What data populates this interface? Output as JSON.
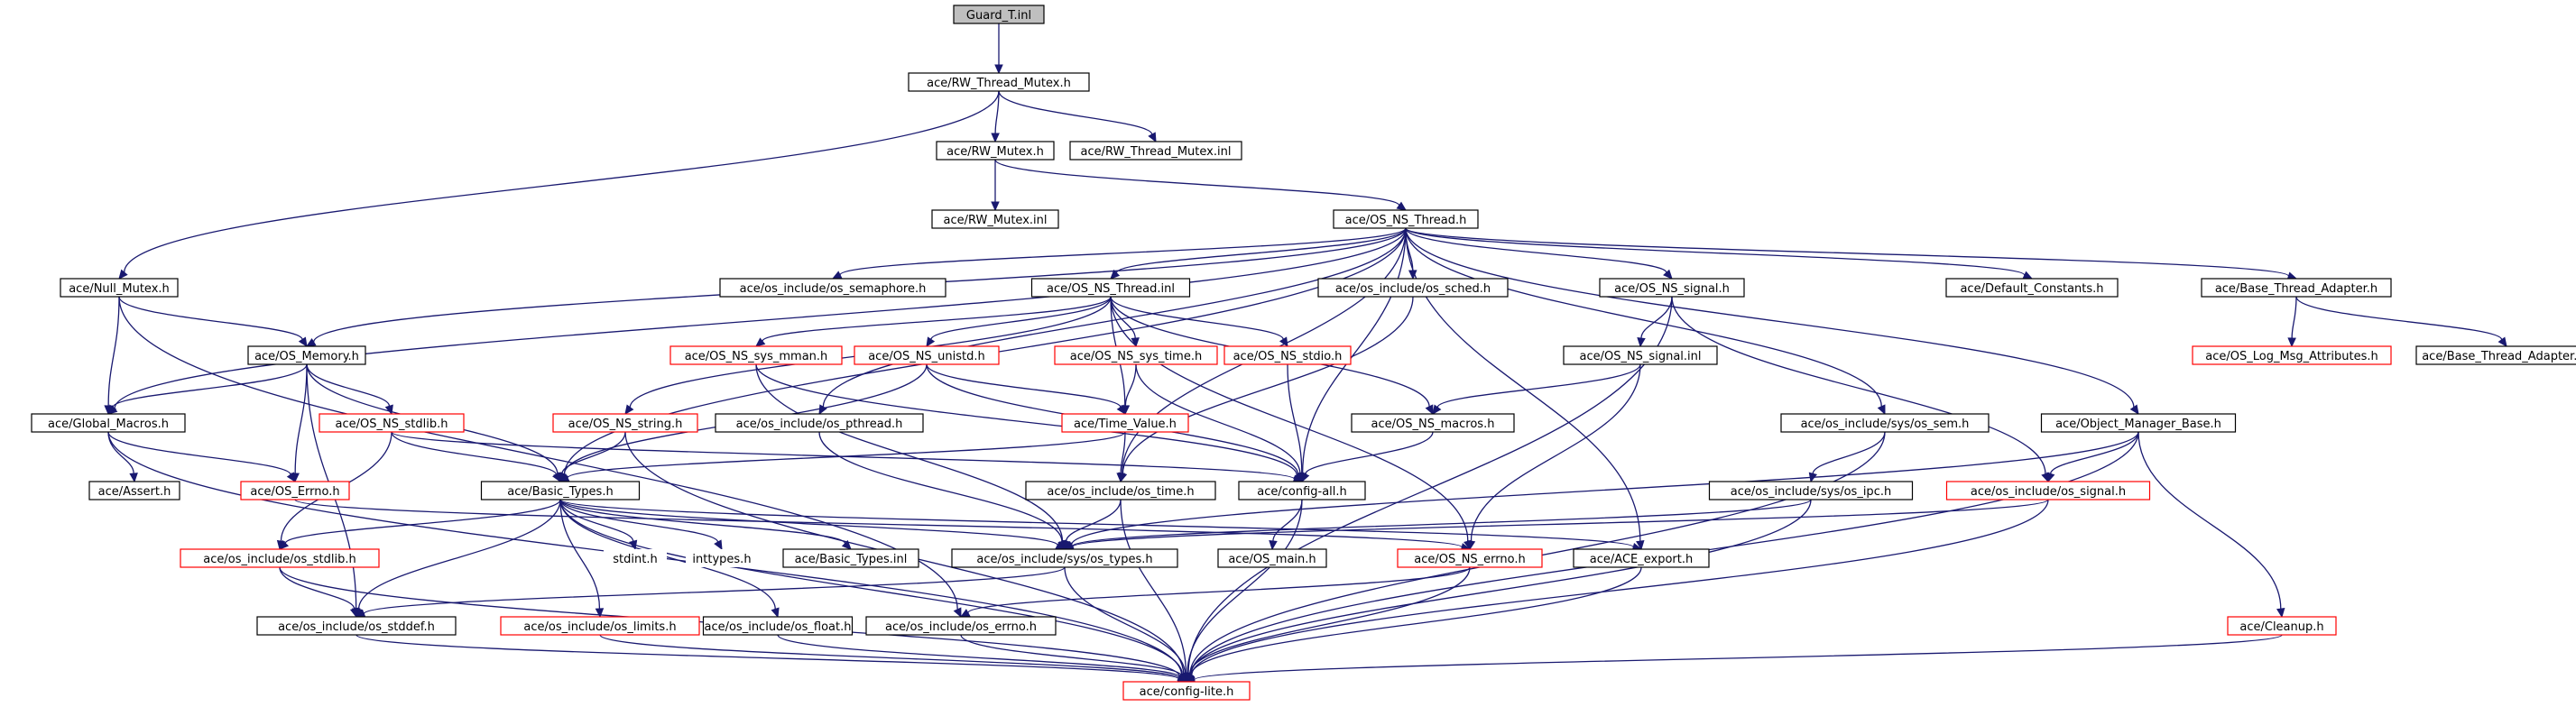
{
  "colors": {
    "edge": "#191970",
    "node_border": "#000000",
    "node_border_missing": "#ff0000",
    "root_fill": "#bfbfbf",
    "node_fill": "#ffffff",
    "text": "#000000"
  },
  "nodes": [
    {
      "id": "guard",
      "label": "Guard_T.inl",
      "style": "root"
    },
    {
      "id": "rwtm",
      "label": "ace/RW_Thread_Mutex.h",
      "style": "normal"
    },
    {
      "id": "rwm",
      "label": "ace/RW_Mutex.h",
      "style": "normal"
    },
    {
      "id": "rwtminl",
      "label": "ace/RW_Thread_Mutex.inl",
      "style": "normal"
    },
    {
      "id": "rwminl",
      "label": "ace/RW_Mutex.inl",
      "style": "normal"
    },
    {
      "id": "osnsthread",
      "label": "ace/OS_NS_Thread.h",
      "style": "normal"
    },
    {
      "id": "nullmutex",
      "label": "ace/Null_Mutex.h",
      "style": "normal"
    },
    {
      "id": "ossem",
      "label": "ace/os_include/os_semaphore.h",
      "style": "normal"
    },
    {
      "id": "osnsthreadinl",
      "label": "ace/OS_NS_Thread.inl",
      "style": "normal"
    },
    {
      "id": "ossched",
      "label": "ace/os_include/os_sched.h",
      "style": "normal"
    },
    {
      "id": "osnssignal",
      "label": "ace/OS_NS_signal.h",
      "style": "normal"
    },
    {
      "id": "defconst",
      "label": "ace/Default_Constants.h",
      "style": "normal"
    },
    {
      "id": "bta",
      "label": "ace/Base_Thread_Adapter.h",
      "style": "normal"
    },
    {
      "id": "osmemory",
      "label": "ace/OS_Memory.h",
      "style": "normal"
    },
    {
      "id": "sysmman",
      "label": "ace/OS_NS_sys_mman.h",
      "style": "missing"
    },
    {
      "id": "unistd",
      "label": "ace/OS_NS_unistd.h",
      "style": "missing"
    },
    {
      "id": "systime",
      "label": "ace/OS_NS_sys_time.h",
      "style": "missing"
    },
    {
      "id": "stdio",
      "label": "ace/OS_NS_stdio.h",
      "style": "missing"
    },
    {
      "id": "signalinl",
      "label": "ace/OS_NS_signal.inl",
      "style": "normal"
    },
    {
      "id": "logmsg",
      "label": "ace/OS_Log_Msg_Attributes.h",
      "style": "missing"
    },
    {
      "id": "btainl",
      "label": "ace/Base_Thread_Adapter.inl",
      "style": "normal"
    },
    {
      "id": "globalmacros",
      "label": "ace/Global_Macros.h",
      "style": "normal"
    },
    {
      "id": "osnsstdlib",
      "label": "ace/OS_NS_stdlib.h",
      "style": "missing"
    },
    {
      "id": "osnsstring",
      "label": "ace/OS_NS_string.h",
      "style": "missing"
    },
    {
      "id": "pthread",
      "label": "ace/os_include/os_pthread.h",
      "style": "normal"
    },
    {
      "id": "timevalue",
      "label": "ace/Time_Value.h",
      "style": "missing"
    },
    {
      "id": "nsmacros",
      "label": "ace/OS_NS_macros.h",
      "style": "normal"
    },
    {
      "id": "syssem",
      "label": "ace/os_include/sys/os_sem.h",
      "style": "normal"
    },
    {
      "id": "omb",
      "label": "ace/Object_Manager_Base.h",
      "style": "normal"
    },
    {
      "id": "assert",
      "label": "ace/Assert.h",
      "style": "normal"
    },
    {
      "id": "oserrno",
      "label": "ace/OS_Errno.h",
      "style": "missing"
    },
    {
      "id": "basictypes",
      "label": "ace/Basic_Types.h",
      "style": "normal"
    },
    {
      "id": "ostime",
      "label": "ace/os_include/os_time.h",
      "style": "normal"
    },
    {
      "id": "configall",
      "label": "ace/config-all.h",
      "style": "normal"
    },
    {
      "id": "sysipc",
      "label": "ace/os_include/sys/os_ipc.h",
      "style": "normal"
    },
    {
      "id": "ossignal",
      "label": "ace/os_include/os_signal.h",
      "style": "missing"
    },
    {
      "id": "osstdlib",
      "label": "ace/os_include/os_stdlib.h",
      "style": "missing"
    },
    {
      "id": "stdint",
      "label": "stdint.h",
      "style": "plain"
    },
    {
      "id": "inttypes",
      "label": "inttypes.h",
      "style": "plain"
    },
    {
      "id": "btinl",
      "label": "ace/Basic_Types.inl",
      "style": "normal"
    },
    {
      "id": "systypes",
      "label": "ace/os_include/sys/os_types.h",
      "style": "normal"
    },
    {
      "id": "osmain",
      "label": "ace/OS_main.h",
      "style": "normal"
    },
    {
      "id": "nserrno",
      "label": "ace/OS_NS_errno.h",
      "style": "missing"
    },
    {
      "id": "aceexport",
      "label": "ace/ACE_export.h",
      "style": "normal"
    },
    {
      "id": "osstddef",
      "label": "ace/os_include/os_stddef.h",
      "style": "normal"
    },
    {
      "id": "oslimits",
      "label": "ace/os_include/os_limits.h",
      "style": "missing"
    },
    {
      "id": "osfloat",
      "label": "ace/os_include/os_float.h",
      "style": "normal"
    },
    {
      "id": "oserrnoh",
      "label": "ace/os_include/os_errno.h",
      "style": "normal"
    },
    {
      "id": "cleanup",
      "label": "ace/Cleanup.h",
      "style": "missing"
    },
    {
      "id": "configlite",
      "label": "ace/config-lite.h",
      "style": "missing"
    }
  ],
  "edges": [
    [
      "guard",
      "rwtm"
    ],
    [
      "rwtm",
      "rwm"
    ],
    [
      "rwtm",
      "rwtminl"
    ],
    [
      "rwtm",
      "nullmutex"
    ],
    [
      "rwm",
      "rwminl"
    ],
    [
      "rwm",
      "osnsthread"
    ],
    [
      "osnsthread",
      "ossem"
    ],
    [
      "osnsthread",
      "osnsthreadinl"
    ],
    [
      "osnsthread",
      "ossched"
    ],
    [
      "osnsthread",
      "osnssignal"
    ],
    [
      "osnsthread",
      "defconst"
    ],
    [
      "osnsthread",
      "bta"
    ],
    [
      "osnsthread",
      "osmemory"
    ],
    [
      "osnsthread",
      "globalmacros"
    ],
    [
      "osnsthread",
      "basictypes"
    ],
    [
      "osnsthread",
      "configall"
    ],
    [
      "osnsthread",
      "syssem"
    ],
    [
      "osnsthread",
      "omb"
    ],
    [
      "osnsthread",
      "aceexport"
    ],
    [
      "osnsthread",
      "pthread"
    ],
    [
      "osnsthread",
      "ostime"
    ],
    [
      "nullmutex",
      "osmemory"
    ],
    [
      "nullmutex",
      "globalmacros"
    ],
    [
      "nullmutex",
      "oserrnoh"
    ],
    [
      "osnsthreadinl",
      "sysmman"
    ],
    [
      "osnsthreadinl",
      "unistd"
    ],
    [
      "osnsthreadinl",
      "systime"
    ],
    [
      "osnsthreadinl",
      "stdio"
    ],
    [
      "osnsthreadinl",
      "osnsstring"
    ],
    [
      "osnsthreadinl",
      "timevalue"
    ],
    [
      "osnsthreadinl",
      "nsmacros"
    ],
    [
      "osnsthreadinl",
      "nserrno"
    ],
    [
      "ossched",
      "ostime"
    ],
    [
      "osnssignal",
      "signalinl"
    ],
    [
      "osnssignal",
      "ossignal"
    ],
    [
      "osnssignal",
      "configlite"
    ],
    [
      "bta",
      "logmsg"
    ],
    [
      "bta",
      "btainl"
    ],
    [
      "osmemory",
      "globalmacros"
    ],
    [
      "osmemory",
      "osnsstdlib"
    ],
    [
      "osmemory",
      "oserrno"
    ],
    [
      "osmemory",
      "basictypes"
    ],
    [
      "osmemory",
      "osstddef"
    ],
    [
      "sysmman",
      "systypes"
    ],
    [
      "sysmman",
      "configall"
    ],
    [
      "unistd",
      "timevalue"
    ],
    [
      "unistd",
      "basictypes"
    ],
    [
      "unistd",
      "configall"
    ],
    [
      "systime",
      "timevalue"
    ],
    [
      "systime",
      "configall"
    ],
    [
      "stdio",
      "configall"
    ],
    [
      "signalinl",
      "nsmacros"
    ],
    [
      "signalinl",
      "nserrno"
    ],
    [
      "globalmacros",
      "assert"
    ],
    [
      "globalmacros",
      "oserrno"
    ],
    [
      "globalmacros",
      "configlite"
    ],
    [
      "osnsstdlib",
      "basictypes"
    ],
    [
      "osnsstdlib",
      "osstdlib"
    ],
    [
      "osnsstdlib",
      "configall"
    ],
    [
      "osnsstring",
      "basictypes"
    ],
    [
      "osnsstring",
      "configlite"
    ],
    [
      "pthread",
      "systypes"
    ],
    [
      "timevalue",
      "basictypes"
    ],
    [
      "timevalue",
      "ostime"
    ],
    [
      "nsmacros",
      "configall"
    ],
    [
      "syssem",
      "sysipc"
    ],
    [
      "syssem",
      "configlite"
    ],
    [
      "omb",
      "ossignal"
    ],
    [
      "omb",
      "systypes"
    ],
    [
      "omb",
      "cleanup"
    ],
    [
      "omb",
      "configlite"
    ],
    [
      "oserrno",
      "nserrno"
    ],
    [
      "basictypes",
      "osstdlib"
    ],
    [
      "basictypes",
      "stdint"
    ],
    [
      "basictypes",
      "inttypes"
    ],
    [
      "basictypes",
      "btinl"
    ],
    [
      "basictypes",
      "systypes"
    ],
    [
      "basictypes",
      "osstddef"
    ],
    [
      "basictypes",
      "oslimits"
    ],
    [
      "basictypes",
      "osfloat"
    ],
    [
      "basictypes",
      "aceexport"
    ],
    [
      "basictypes",
      "configlite"
    ],
    [
      "ostime",
      "systypes"
    ],
    [
      "ostime",
      "configlite"
    ],
    [
      "configall",
      "osmain"
    ],
    [
      "configall",
      "configlite"
    ],
    [
      "sysipc",
      "systypes"
    ],
    [
      "sysipc",
      "configlite"
    ],
    [
      "ossignal",
      "systypes"
    ],
    [
      "ossignal",
      "configlite"
    ],
    [
      "osstdlib",
      "osstddef"
    ],
    [
      "osstdlib",
      "configlite"
    ],
    [
      "systypes",
      "osstddef"
    ],
    [
      "systypes",
      "configlite"
    ],
    [
      "nserrno",
      "oserrnoh"
    ],
    [
      "nserrno",
      "configlite"
    ],
    [
      "aceexport",
      "configlite"
    ],
    [
      "osstddef",
      "configlite"
    ],
    [
      "oslimits",
      "configlite"
    ],
    [
      "osfloat",
      "configlite"
    ],
    [
      "oserrnoh",
      "configlite"
    ],
    [
      "cleanup",
      "configlite"
    ]
  ]
}
